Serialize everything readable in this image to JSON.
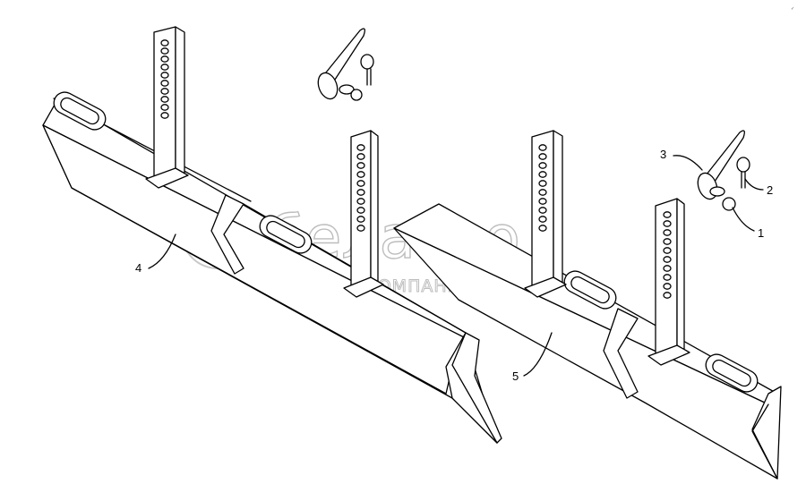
{
  "watermark": {
    "brand": "белагро",
    "subtitle": "ГРУППА КОМПАНИЙ"
  },
  "callouts": [
    {
      "id": "1",
      "text": "1"
    },
    {
      "id": "2",
      "text": "2"
    },
    {
      "id": "3",
      "text": "3"
    },
    {
      "id": "4",
      "text": "4"
    },
    {
      "id": "5",
      "text": "5"
    }
  ],
  "corner_mark": "✓"
}
